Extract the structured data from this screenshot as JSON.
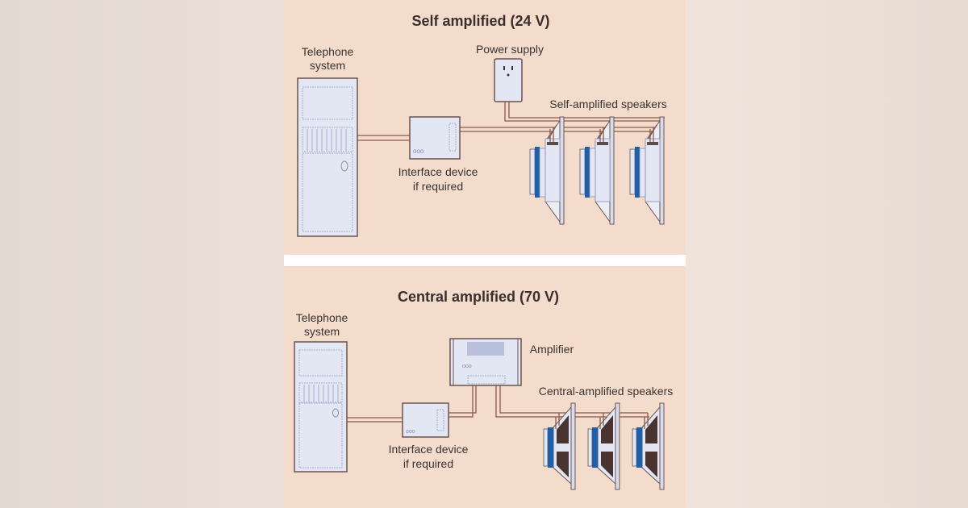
{
  "top": {
    "title": "Self amplified (24 V)",
    "telephone_label": [
      "Telephone",
      "system"
    ],
    "power_label": "Power supply",
    "speakers_label": "Self-amplified speakers",
    "interface_label": [
      "Interface device",
      "if required"
    ]
  },
  "bottom": {
    "title": "Central amplified (70 V)",
    "telephone_label": [
      "Telephone",
      "system"
    ],
    "amplifier_label": "Amplifier",
    "speakers_label": "Central-amplified speakers",
    "interface_label": [
      "Interface device",
      "if required"
    ]
  },
  "colors": {
    "panel": "#f3dccb",
    "device": "#e3e6f3",
    "magnet": "#1d5fa8",
    "cone": "#4a3430",
    "wire": "#8a5a4e"
  }
}
